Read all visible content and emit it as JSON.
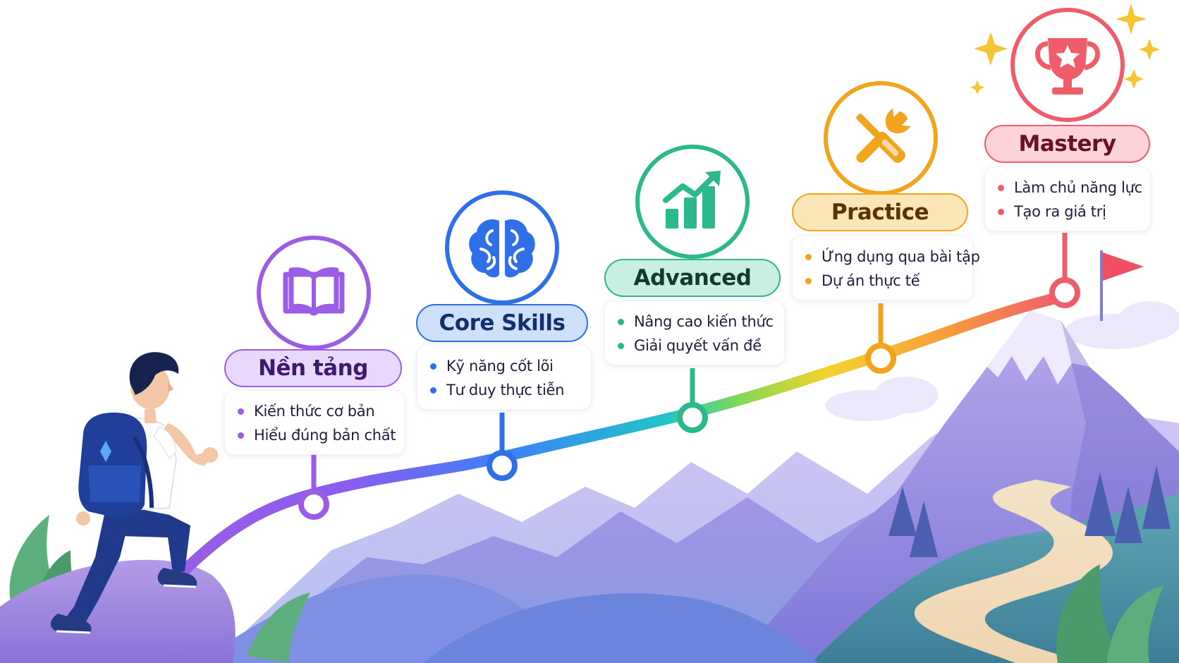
{
  "steps": [
    {
      "title": "Nền tảng",
      "bullets": [
        "Kiến thức cơ bản",
        "Hiểu đúng bản chất"
      ],
      "icon": "open-book-icon",
      "color": "#9b5de5",
      "fill": "#e9d8fb"
    },
    {
      "title": "Core Skills",
      "bullets": [
        "Kỹ năng cốt lõi",
        "Tư duy thực tiễn"
      ],
      "icon": "brain-icon",
      "color": "#2f6fe8",
      "fill": "#cfe0fb"
    },
    {
      "title": "Advanced",
      "bullets": [
        "Nâng cao kiến thức",
        "Giải quyết vấn đề"
      ],
      "icon": "growth-chart-icon",
      "color": "#2bb88c",
      "fill": "#c9efe1"
    },
    {
      "title": "Practice",
      "bullets": [
        "Ứng dụng qua bài tập",
        "Dự án thực tế"
      ],
      "icon": "wrench-screwdriver-icon",
      "color": "#f2a51c",
      "fill": "#fbe6b8"
    },
    {
      "title": "Mastery",
      "bullets": [
        "Làm chủ năng lực",
        "Tạo ra giá trị"
      ],
      "icon": "trophy-icon",
      "color": "#ef5d6b",
      "fill": "#fbd3d8"
    }
  ],
  "colors": {
    "title_text_1": "#3d1a6e",
    "title_text_2": "#12306b",
    "title_text_3": "#0f3b30",
    "title_text_4": "#5a3300",
    "title_text_5": "#6b1220"
  },
  "illustration": [
    "climber",
    "backpack",
    "mountains",
    "summit-flag",
    "winding-path",
    "pine-trees",
    "sparkles"
  ]
}
